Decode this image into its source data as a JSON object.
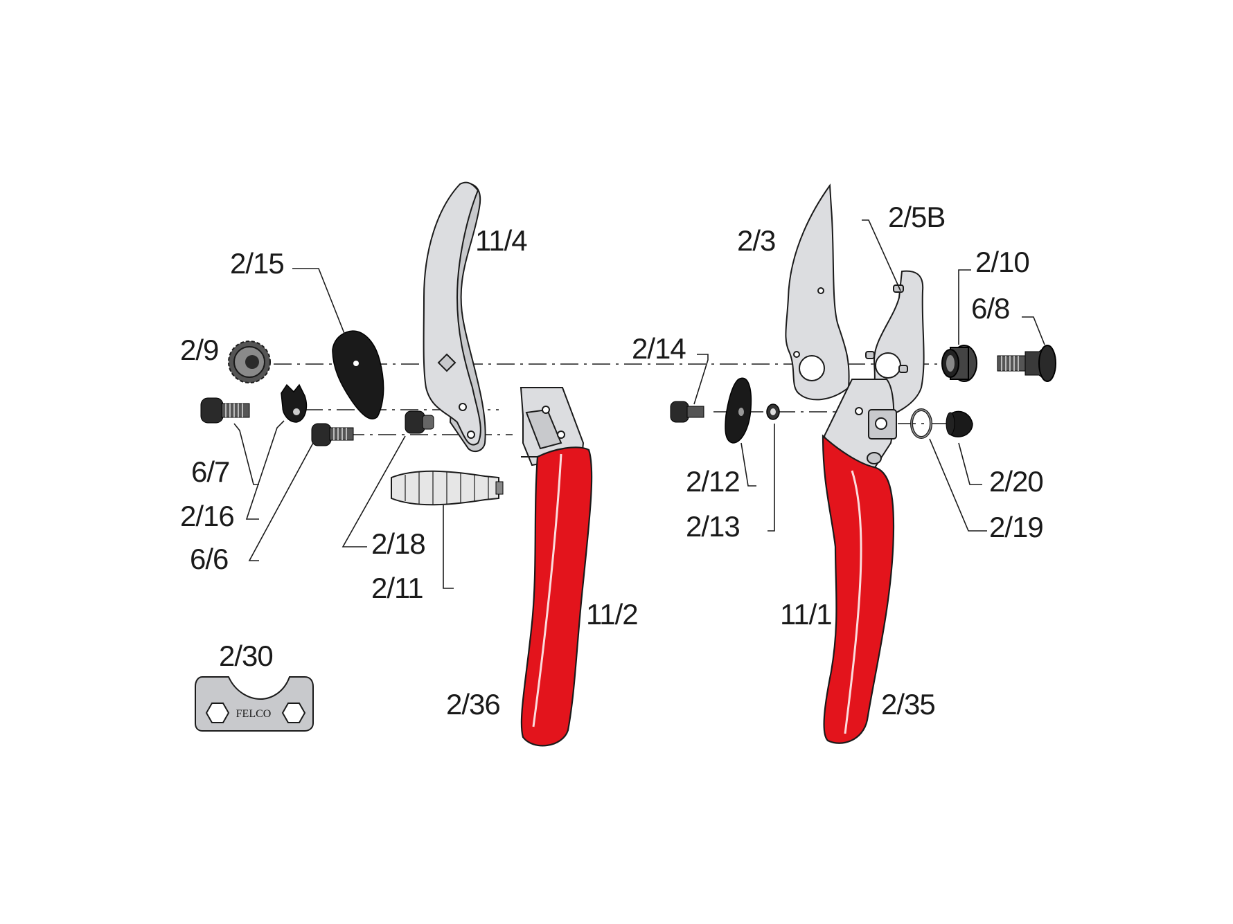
{
  "diagram": {
    "part_labels": {
      "p11_4": "11/4",
      "p2_15": "2/15",
      "p2_9": "2/9",
      "p6_7": "6/7",
      "p2_16": "2/16",
      "p6_6": "6/6",
      "p2_18": "2/18",
      "p2_11": "2/11",
      "p11_2": "11/2",
      "p2_36": "2/36",
      "p2_30": "2/30",
      "p2_3": "2/3",
      "p2_5B": "2/5B",
      "p2_10": "2/10",
      "p6_8": "6/8",
      "p2_14": "2/14",
      "p2_12": "2/12",
      "p2_13": "2/13",
      "p2_20": "2/20",
      "p2_19": "2/19",
      "p11_1": "11/1",
      "p2_35": "2/35"
    },
    "wrench_logo_text": "FELCO",
    "colors": {
      "handle_red": "#e3141c",
      "steel": "#dcdde0",
      "outline": "#1a1a1a"
    }
  }
}
